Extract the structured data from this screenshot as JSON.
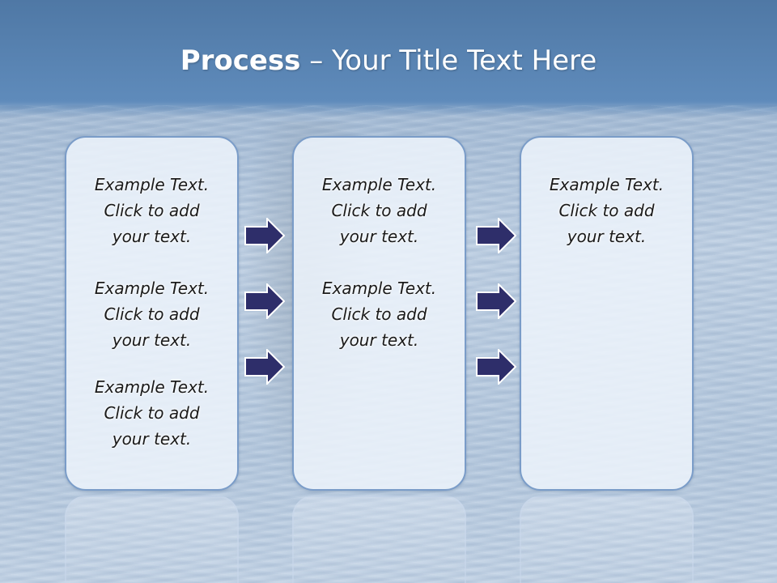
{
  "title": {
    "bold": "Process",
    "rest": " – Your Title Text Here"
  },
  "columns": [
    {
      "items": [
        "Example Text.\nClick  to add\nyour text.",
        "Example Text.\nClick  to add\nyour text.",
        "Example Text.\nClick  to add\nyour text."
      ]
    },
    {
      "items": [
        "Example Text.\nClick  to add\nyour text.",
        "Example Text.\nClick  to add\nyour text."
      ]
    },
    {
      "items": [
        "Example Text.\nClick  to add\nyour text."
      ]
    }
  ],
  "icons": {
    "arrow": "right-arrow-icon"
  },
  "colors": {
    "arrow_fill": "#2e2e6a",
    "box_border": "#7a9cc8",
    "title": "#ffffff"
  }
}
